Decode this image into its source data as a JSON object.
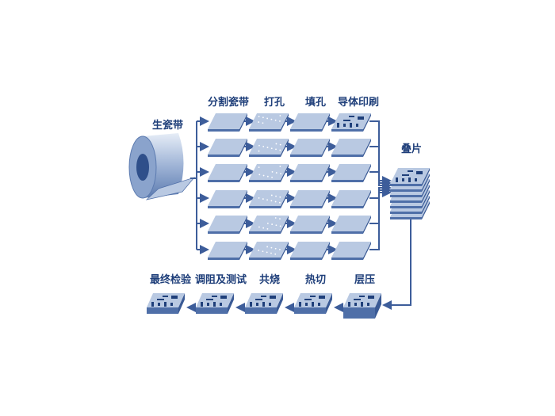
{
  "colors": {
    "line": "#3d5d9a",
    "sheet": "#b9c9e2",
    "sheet_edge": "#4f6fa8",
    "text": "#1f3f7a",
    "pattern": "#1f3f7a"
  },
  "labels": {
    "green_tape": "生瓷带",
    "cut_tape": "分割瓷带",
    "punch": "打孔",
    "via_fill": "填孔",
    "conductor_print": "导体印刷",
    "stacking": "叠片",
    "lamination": "层压",
    "hot_cut": "热切",
    "cofire": "共烧",
    "trim_test": "调阻及测试",
    "final_inspection": "最终检验"
  }
}
